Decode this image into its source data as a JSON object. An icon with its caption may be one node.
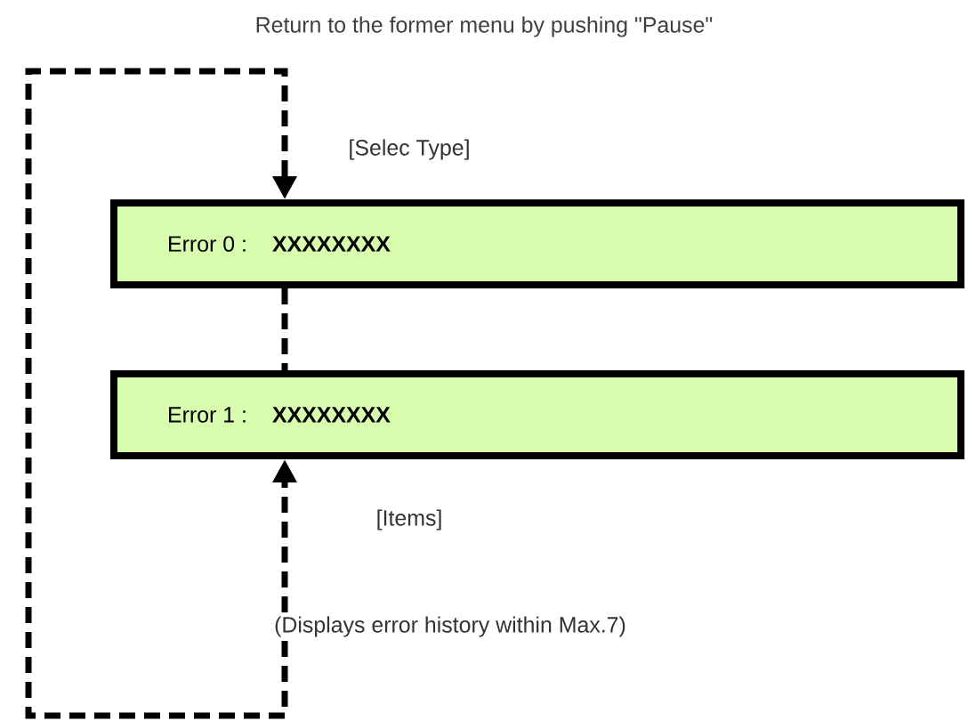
{
  "diagram": {
    "title": "Return to the former menu by pushing \"Pause\"",
    "nodes": [
      {
        "text": [
          "Error 0 :",
          "XXXXXXXX"
        ]
      },
      {
        "text": [
          "Error 1 :",
          "XXXXXXXX"
        ]
      },
      {
        "text": [
          "(Displays error history within Max.7)"
        ]
      }
    ],
    "edges": [
      {
        "from": 2,
        "to": 0,
        "arrow": "to",
        "style": "dashed",
        "label": "[Selec Type]"
      },
      {
        "from": 0,
        "to": 1,
        "arrow": "none",
        "style": "dashed"
      },
      {
        "from": 2,
        "to": 1,
        "arrow": "to",
        "style": "dashed",
        "label": "[Items]"
      }
    ]
  }
}
